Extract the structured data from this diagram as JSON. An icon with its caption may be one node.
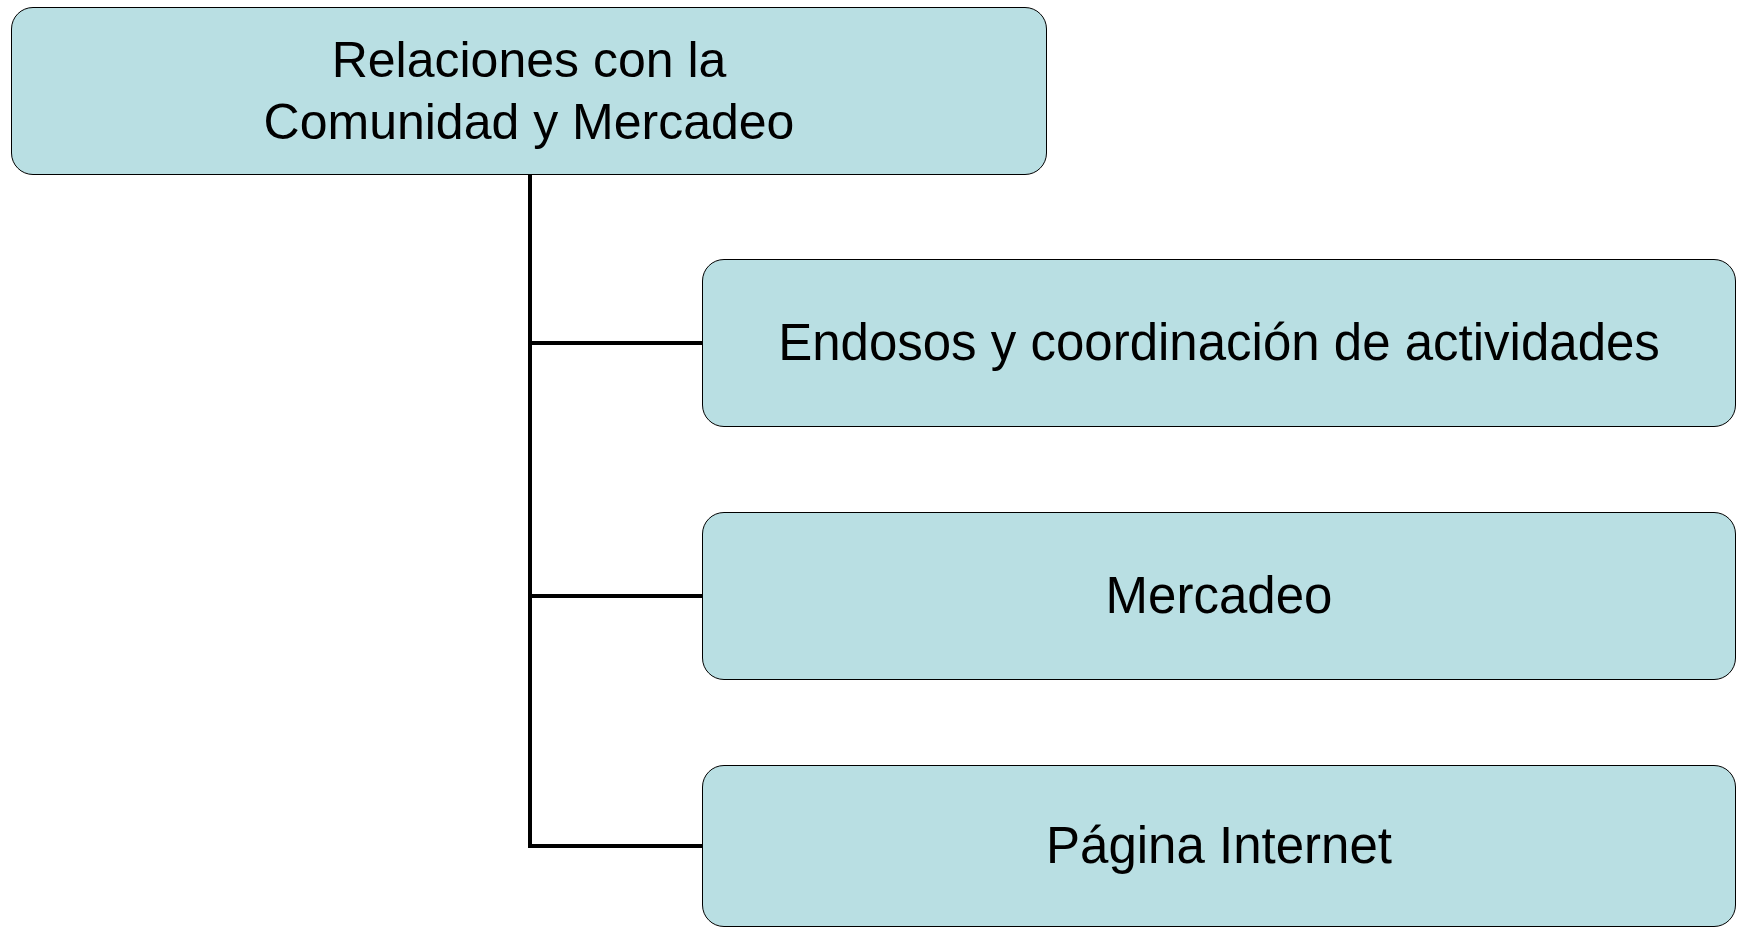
{
  "diagram": {
    "nodes": [
      {
        "text": [
          "Relaciones con la Comunidad y Mercadeo"
        ]
      },
      {
        "text": [
          "Endosos y coordinación de actividades"
        ]
      },
      {
        "text": [
          "Mercadeo"
        ]
      },
      {
        "text": [
          "Página Internet"
        ]
      }
    ],
    "edges": [
      {
        "from": 0,
        "to": 1,
        "arrow": "none"
      },
      {
        "from": 0,
        "to": 2,
        "arrow": "none"
      },
      {
        "from": 0,
        "to": 3,
        "arrow": "none"
      }
    ]
  }
}
